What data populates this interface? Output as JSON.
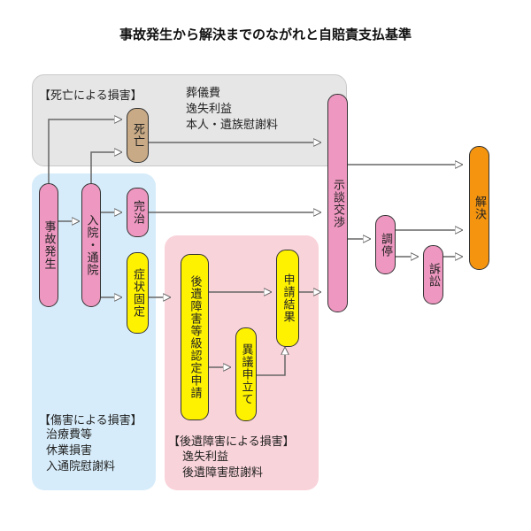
{
  "title": "事故発生から解決までのながれと自賠責支払基準",
  "regions": {
    "death": {
      "label": "【死亡による損害】",
      "items": [
        "葬儀費",
        "逸失利益",
        "本人・遺族慰謝料"
      ]
    },
    "injury": {
      "label": "【傷害による損害】",
      "items": [
        "治療費等",
        "休業損害",
        "入通院慰謝料"
      ]
    },
    "aftereffect": {
      "label": "【後遺障害による損害】",
      "items": [
        "逸失利益",
        "後遺障害慰謝料"
      ]
    }
  },
  "nodes": {
    "jiko": "事故発生",
    "nyuin": "入院・通院",
    "shibo": "死亡",
    "kanchi": "完治",
    "kotei": "症状固定",
    "nintei": "後遺障害等級認定申請",
    "igi": "異議申立て",
    "kekka": "申請結果",
    "jidan": "示談交渉",
    "chotei": "調停",
    "sosho": "訴訟",
    "kaiketsu": "解決"
  },
  "colors": {
    "node_pink": "#ee97c0",
    "node_yellow": "#fff200",
    "node_brown": "#c8aa86",
    "node_orange": "#f5950f",
    "region_gray": "#e6e6e6",
    "region_blue": "#d6ecfa",
    "region_pink": "#f9d3da"
  }
}
